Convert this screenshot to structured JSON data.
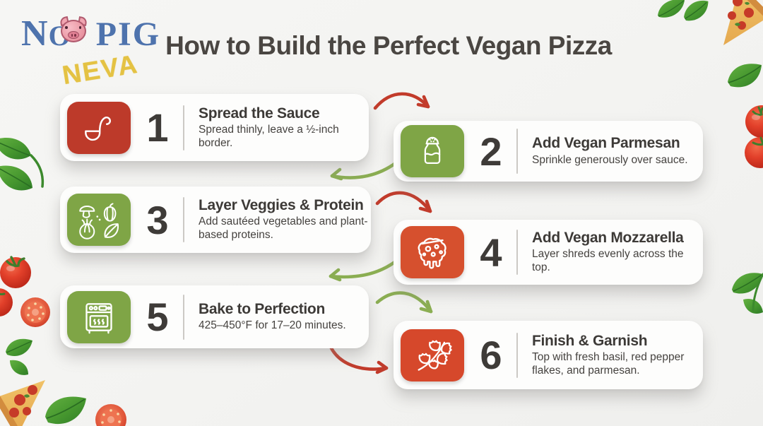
{
  "logo": {
    "text_n": "N",
    "text_o": "O",
    "text_pig": "PIG",
    "text_neva": "NEVA",
    "pig_icon": "pig-face-icon",
    "brand_blue": "#4e73ad",
    "brand_yellow": "#e4c243"
  },
  "header": {
    "title": "How to Build the Perfect Vegan Pizza"
  },
  "steps": [
    {
      "number": "1",
      "title": "Spread the Sauce",
      "description": "Spread thinly, leave a ½-inch border.",
      "icon": "ladle-icon",
      "icon_color": "#bd3a2a"
    },
    {
      "number": "2",
      "title": "Add Vegan Parmesan",
      "description": "Sprinkle generously over sauce.",
      "icon": "shaker-icon",
      "icon_color": "#7fa546"
    },
    {
      "number": "3",
      "title": "Layer Veggies & Protein",
      "description": "Add sautéed vegetables and plant-based proteins.",
      "icon": "vegetables-icon",
      "icon_color": "#7fa546"
    },
    {
      "number": "4",
      "title": "Add Vegan Mozzarella",
      "description": "Layer shreds evenly across the top.",
      "icon": "melted-cheese-icon",
      "icon_color": "#d6502e"
    },
    {
      "number": "5",
      "title": "Bake to Perfection",
      "description": "425–450°F for 17–20 minutes.",
      "icon": "oven-icon",
      "icon_color": "#7fa546"
    },
    {
      "number": "6",
      "title": "Finish & Garnish",
      "description": "Top with fresh basil, red pepper flakes, and parmesan.",
      "icon": "herb-sprig-icon",
      "icon_color": "#d6482b"
    }
  ],
  "colors": {
    "arrow_red": "#c23b2b",
    "arrow_green": "#8bae52",
    "background": "#f4f4f2",
    "card": "#fdfdfc",
    "text_dark": "#3e3b38"
  }
}
